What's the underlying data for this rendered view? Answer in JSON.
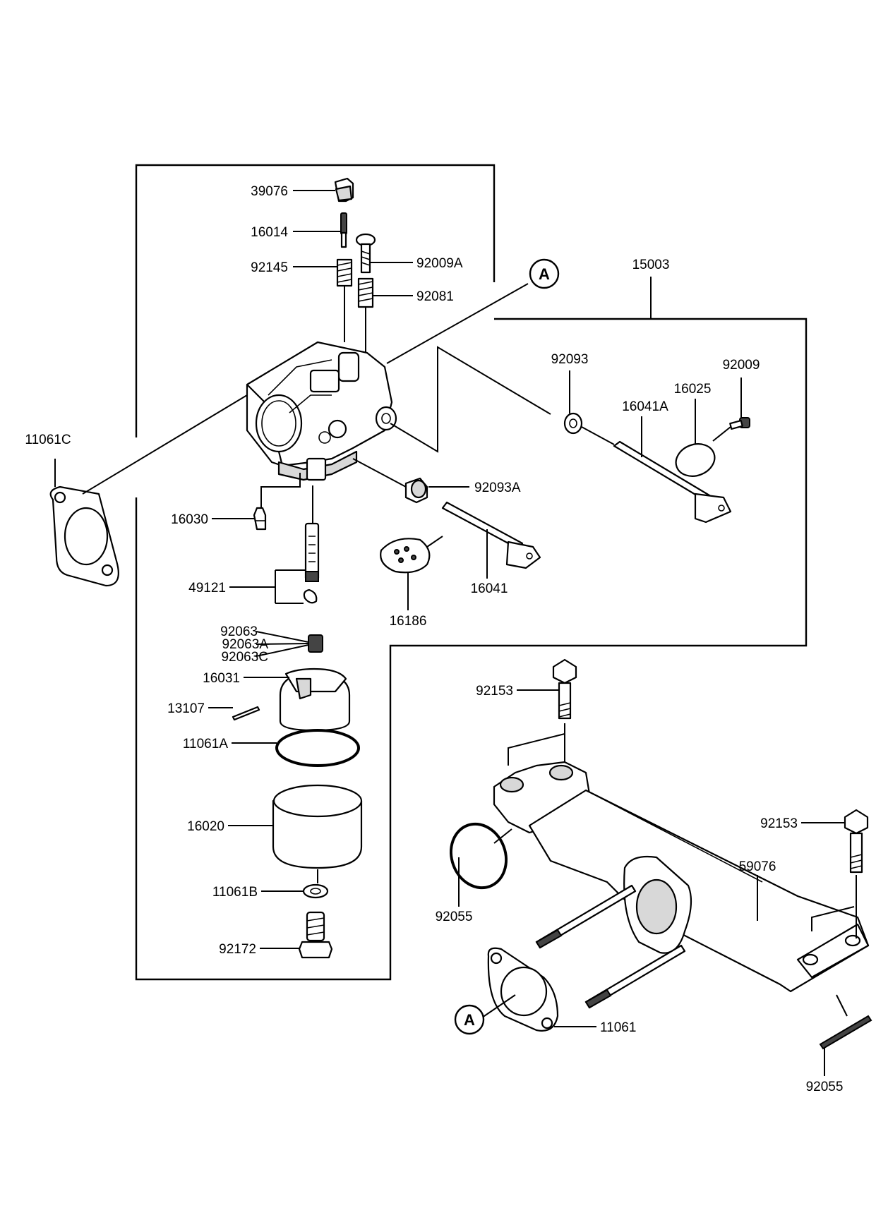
{
  "labels": {
    "p39076": "39076",
    "p16014": "16014",
    "p92145": "92145",
    "p92009A": "92009A",
    "p92081": "92081",
    "p15003": "15003",
    "p11061C": "11061C",
    "p92093": "92093",
    "p92009": "92009",
    "p16025": "16025",
    "p16041A": "16041A",
    "p92093A": "92093A",
    "p16030": "16030",
    "p49121": "49121",
    "p16041": "16041",
    "p16186": "16186",
    "p92063": "92063",
    "p92063A": "92063A",
    "p92063C": "92063C",
    "p16031": "16031",
    "p13107": "13107",
    "p11061A": "11061A",
    "p16020": "16020",
    "p11061B": "11061B",
    "p92172": "92172",
    "p92153a": "92153",
    "p92153b": "92153",
    "p59076": "59076",
    "p92055a": "92055",
    "p92055b": "92055",
    "p11061": "11061"
  },
  "callouts": {
    "a_top": "A",
    "a_bottom": "A"
  }
}
